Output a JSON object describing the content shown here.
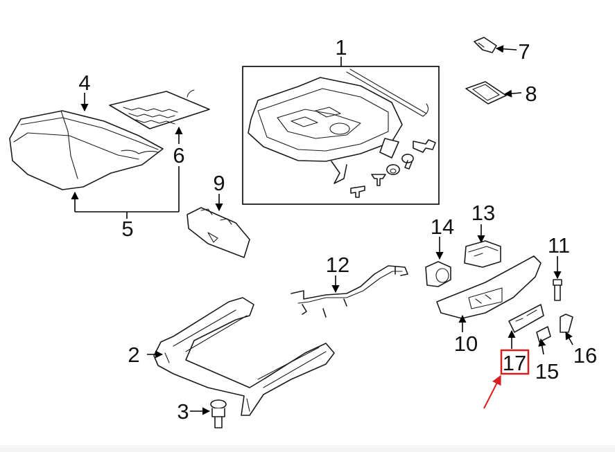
{
  "callouts": {
    "c1": "1",
    "c2": "2",
    "c3": "3",
    "c4": "4",
    "c5": "5",
    "c6": "6",
    "c7": "7",
    "c8": "8",
    "c9": "9",
    "c10": "10",
    "c11": "11",
    "c12": "12",
    "c13": "13",
    "c14": "14",
    "c15": "15",
    "c16": "16",
    "c17": "17"
  },
  "colors": {
    "line": "#1a1a1a",
    "highlight": "#d81e1e",
    "background": "#ffffff"
  },
  "highlighted_part": "17"
}
